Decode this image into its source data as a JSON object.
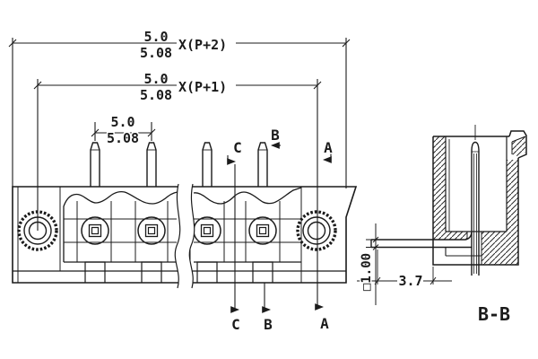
{
  "colors": {
    "ink": "#1b1b1b",
    "paper": "#ffffff"
  },
  "front_view": {
    "dim_overall": {
      "mm": "5.0",
      "inch": "5.08",
      "formula": "X(P+2)"
    },
    "dim_mounting": {
      "mm": "5.0",
      "inch": "5.08",
      "formula": "X(P+1)"
    },
    "dim_pitch": {
      "mm": "5.0",
      "inch": "5.08"
    },
    "section_a": "A",
    "section_b": "B",
    "section_c": "C"
  },
  "section_view": {
    "title": "B-B",
    "dim_tail": "3.7",
    "dim_pin": "□1.00"
  }
}
